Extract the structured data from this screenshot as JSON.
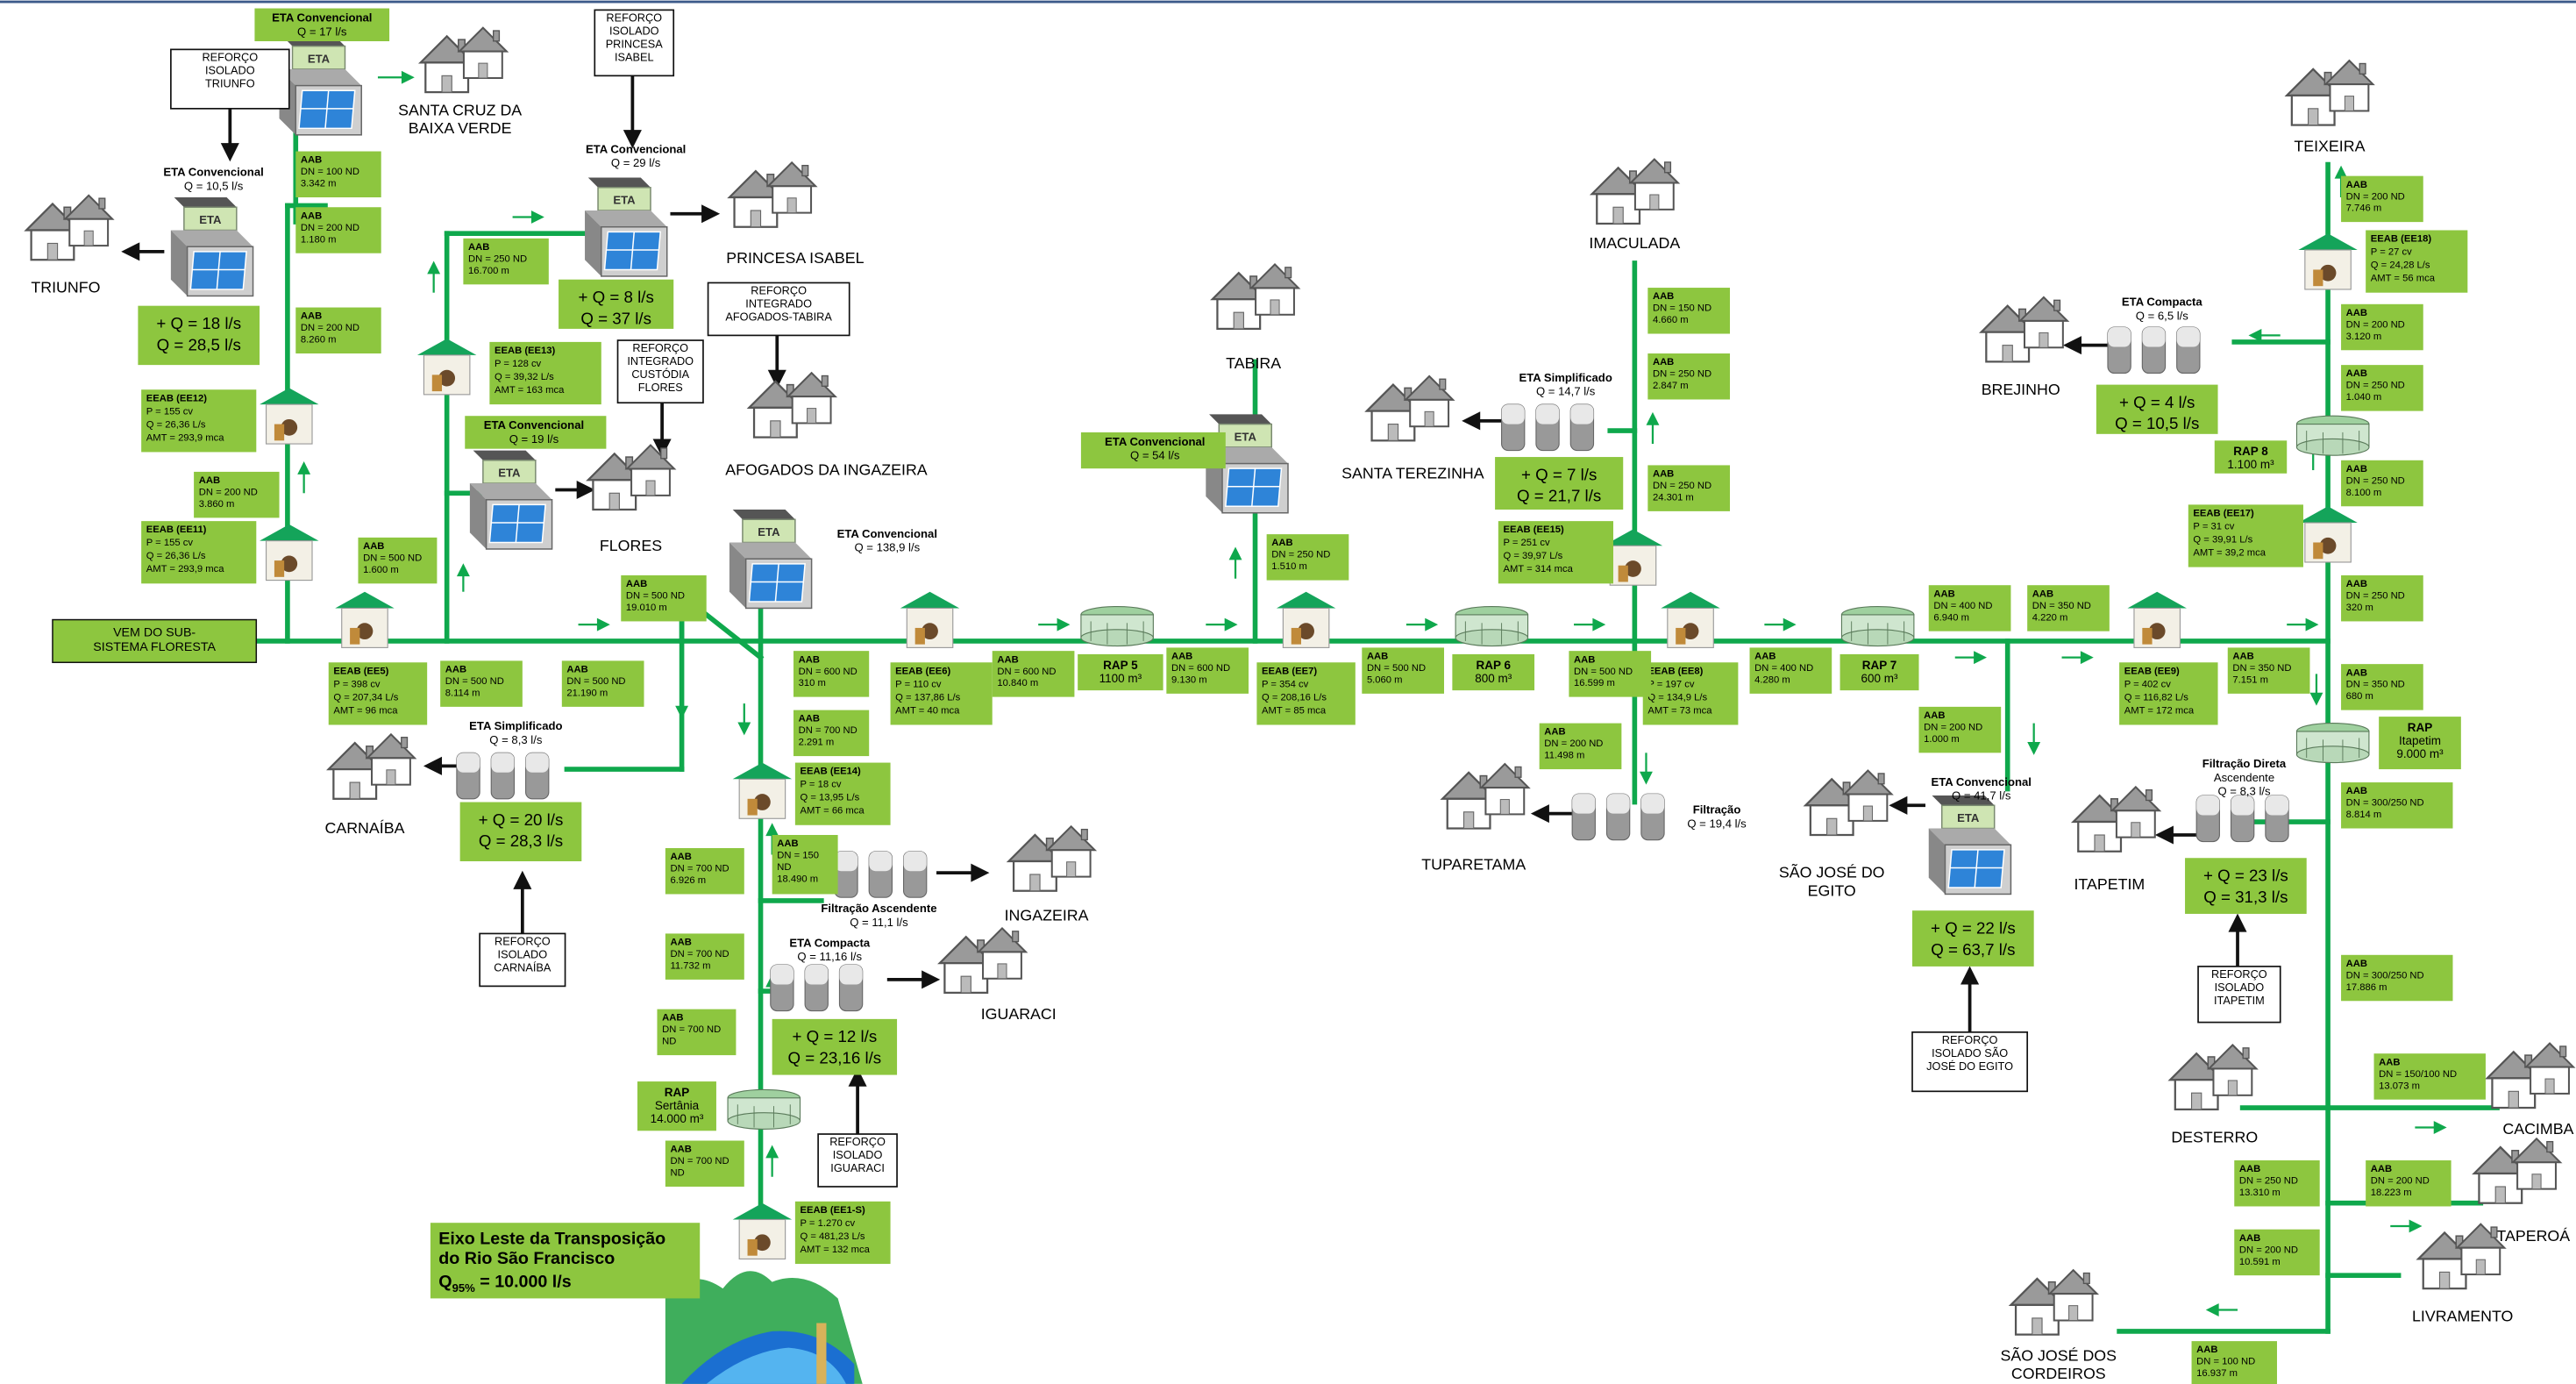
{
  "source": {
    "label": [
      "VEM DO SUB-",
      "SISTEMA FLORESTA"
    ]
  },
  "axis_title": {
    "lines": [
      "Eixo Leste da Transposição",
      "do Rio São Francisco"
    ],
    "flow_prefix": "Q",
    "flow_sub": "95%",
    "flow_value": " = 10.000 l/s"
  },
  "cities": [
    {
      "id": "triunfo",
      "name": [
        "TRIUNFO"
      ]
    },
    {
      "id": "santa-cruz",
      "name": [
        "SANTA CRUZ DA",
        "BAIXA VERDE"
      ]
    },
    {
      "id": "princesa-isabel",
      "name": [
        "PRINCESA ISABEL"
      ]
    },
    {
      "id": "flores",
      "name": [
        "FLORES"
      ]
    },
    {
      "id": "afogados",
      "name": [
        "AFOGADOS DA INGAZEIRA"
      ]
    },
    {
      "id": "tabira",
      "name": [
        "TABIRA"
      ]
    },
    {
      "id": "imaculada",
      "name": [
        "IMACULADA"
      ]
    },
    {
      "id": "santa-terezinha",
      "name": [
        "SANTA TEREZINHA"
      ]
    },
    {
      "id": "tuparetama",
      "name": [
        "TUPARETAMA"
      ]
    },
    {
      "id": "carnaiba",
      "name": [
        "CARNAÍBA"
      ]
    },
    {
      "id": "ingazeira",
      "name": [
        "INGAZEIRA"
      ]
    },
    {
      "id": "iguaraci",
      "name": [
        "IGUARACI"
      ]
    },
    {
      "id": "sao-jose-egito",
      "name": [
        "SÃO JOSÉ DO",
        "EGITO"
      ]
    },
    {
      "id": "itapetim",
      "name": [
        "ITAPETIM"
      ]
    },
    {
      "id": "teixeira",
      "name": [
        "TEIXEIRA"
      ]
    },
    {
      "id": "brejinho",
      "name": [
        "BREJINHO"
      ]
    },
    {
      "id": "desterro",
      "name": [
        "DESTERRO"
      ]
    },
    {
      "id": "cacimbas",
      "name": [
        "CACIMBA"
      ]
    },
    {
      "id": "taperoa",
      "name": [
        "TAPEROÁ"
      ]
    },
    {
      "id": "livramento",
      "name": [
        "LIVRAMENTO"
      ]
    },
    {
      "id": "sao-jose-cordeiros",
      "name": [
        "SÃO JOSÉ DOS",
        "CORDEIROS"
      ]
    }
  ],
  "notes": [
    {
      "id": "reforco-triunfo",
      "lines": [
        "REFORÇO",
        "ISOLADO",
        "TRIUNFO"
      ]
    },
    {
      "id": "reforco-princesa",
      "lines": [
        "REFORÇO",
        "ISOLADO",
        "PRINCESA",
        "ISABEL"
      ]
    },
    {
      "id": "reforco-afogados",
      "lines": [
        "REFORÇO",
        "INTEGRADO",
        "AFOGADOS-TABIRA"
      ]
    },
    {
      "id": "reforco-custodia",
      "lines": [
        "REFORÇO",
        "INTEGRADO",
        "CUSTÓDIA",
        "FLORES"
      ]
    },
    {
      "id": "reforco-carnaiba",
      "lines": [
        "REFORÇO",
        "ISOLADO",
        "CARNAÍBA"
      ]
    },
    {
      "id": "reforco-iguaraci",
      "lines": [
        "REFORÇO",
        "ISOLADO",
        "IGUARACI"
      ]
    },
    {
      "id": "reforco-sje",
      "lines": [
        "REFORÇO",
        "ISOLADO SÃO",
        "JOSÉ DO EGITO"
      ]
    },
    {
      "id": "reforco-itapetim",
      "lines": [
        "REFORÇO",
        "ISOLADO",
        "ITAPETIM"
      ]
    }
  ],
  "treatment_labels": [
    {
      "id": "eta-santa-cruz",
      "lines": [
        "ETA Convencional",
        "Q = 17 l/s"
      ]
    },
    {
      "id": "eta-triunfo",
      "lines": [
        "ETA Convencional",
        "Q = 10,5 l/s"
      ]
    },
    {
      "id": "eta-princesa",
      "lines": [
        "ETA Convencional",
        "Q = 29 l/s"
      ]
    },
    {
      "id": "eta-flores",
      "lines": [
        "ETA Convencional",
        "Q = 19 l/s"
      ]
    },
    {
      "id": "eta-afogados",
      "lines": [
        "ETA Convencional",
        "Q = 138,9 l/s"
      ]
    },
    {
      "id": "eta-tabira",
      "lines": [
        "ETA Convencional",
        "Q = 54 l/s"
      ]
    },
    {
      "id": "eta-sta-terezinha",
      "lines": [
        "ETA Simplificado",
        "Q = 14,7 l/s"
      ]
    },
    {
      "id": "filtracao-tuparetama",
      "lines": [
        "Filtração",
        "Q = 19,4 l/s"
      ]
    },
    {
      "id": "eta-carnaiba",
      "lines": [
        "ETA Simplificado",
        "Q = 8,3 l/s"
      ]
    },
    {
      "id": "filtracao-ingazeira",
      "lines": [
        "Filtração Ascendente",
        "Q = 11,1 l/s"
      ]
    },
    {
      "id": "eta-iguaraci",
      "lines": [
        "ETA Compacta",
        "Q = 11,16 l/s"
      ]
    },
    {
      "id": "eta-sje",
      "lines": [
        "ETA Convencional",
        "Q = 41,7 l/s"
      ]
    },
    {
      "id": "filtracao-itapetim",
      "lines": [
        "Filtração Direta",
        "Ascendente",
        "Q = 8,3 l/s"
      ]
    },
    {
      "id": "eta-brejinho",
      "lines": [
        "ETA Compacta",
        "Q = 6,5 l/s"
      ]
    }
  ],
  "demand_boxes": [
    {
      "id": "dem-triunfo",
      "lines": [
        "+ Q = 18 l/s",
        "Q = 28,5 l/s"
      ]
    },
    {
      "id": "dem-princesa",
      "lines": [
        "+ Q = 8 l/s",
        "Q = 37 l/s"
      ]
    },
    {
      "id": "dem-carnaiba",
      "lines": [
        "+ Q = 20 l/s",
        "Q = 28,3 l/s"
      ]
    },
    {
      "id": "dem-iguaraci",
      "lines": [
        "+ Q = 12 l/s",
        "Q = 23,16 l/s"
      ]
    },
    {
      "id": "dem-sta-terezinha",
      "lines": [
        "+ Q = 7 l/s",
        "Q = 21,7 l/s"
      ]
    },
    {
      "id": "dem-sje",
      "lines": [
        "+ Q = 22 l/s",
        "Q = 63,7 l/s"
      ]
    },
    {
      "id": "dem-itapetim",
      "lines": [
        "+ Q = 23 l/s",
        "Q = 31,3 l/s"
      ]
    },
    {
      "id": "dem-brejinho",
      "lines": [
        "+ Q = 4 l/s",
        "Q = 10,5 l/s"
      ]
    }
  ],
  "reservoirs": [
    {
      "id": "rap5",
      "lines": [
        "RAP 5",
        "1100 m³"
      ]
    },
    {
      "id": "rap6",
      "lines": [
        "RAP 6",
        "800 m³"
      ]
    },
    {
      "id": "rap7",
      "lines": [
        "RAP 7",
        "600 m³"
      ]
    },
    {
      "id": "rap8",
      "lines": [
        "RAP 8",
        "1.100 m³"
      ]
    },
    {
      "id": "rap-itapetim",
      "lines": [
        "RAP",
        "Itapetim",
        "9.000 m³"
      ]
    },
    {
      "id": "rap-sertania",
      "lines": [
        "RAP",
        "Sertânia",
        "14.000 m³"
      ]
    }
  ],
  "pump_stations": [
    {
      "id": "ee11",
      "lines": [
        "EEAB (EE11)",
        "P = 155 cv",
        "Q = 26,36 L/s",
        "AMT = 293,9 mca"
      ]
    },
    {
      "id": "ee12",
      "lines": [
        "EEAB (EE12)",
        "P = 155 cv",
        "Q = 26,36 L/s",
        "AMT = 293,9 mca"
      ]
    },
    {
      "id": "ee13",
      "lines": [
        "EEAB (EE13)",
        "P = 128 cv",
        "Q = 39,32 L/s",
        "AMT = 163 mca"
      ]
    },
    {
      "id": "ee5",
      "lines": [
        "EEAB (EE5)",
        "P = 398 cv",
        "Q = 207,34 L/s",
        "AMT = 96 mca"
      ]
    },
    {
      "id": "ee6",
      "lines": [
        "EEAB (EE6)",
        "P = 110 cv",
        "Q = 137,86 L/s",
        "AMT = 40 mca"
      ]
    },
    {
      "id": "ee7",
      "lines": [
        "EEAB (EE7)",
        "P = 354 cv",
        "Q = 208,16 L/s",
        "AMT = 85 mca"
      ]
    },
    {
      "id": "ee8",
      "lines": [
        "EEAB (EE8)",
        "P = 197 cv",
        "Q = 134,9 L/s",
        "AMT = 73 mca"
      ]
    },
    {
      "id": "ee15",
      "lines": [
        "EEAB (EE15)",
        "P = 251 cv",
        "Q = 39,97 L/s",
        "AMT = 314 mca"
      ]
    },
    {
      "id": "ee9",
      "lines": [
        "EEAB (EE9)",
        "P = 402 cv",
        "Q = 116,82 L/s",
        "AMT = 172 mca"
      ]
    },
    {
      "id": "ee14",
      "lines": [
        "EEAB (EE14)",
        "P = 18 cv",
        "Q = 13,95 L/s",
        "AMT = 66 mca"
      ]
    },
    {
      "id": "ee1s",
      "lines": [
        "EEAB (EE1-S)",
        "P = 1.270 cv",
        "Q = 481,23 L/s",
        "AMT = 132 mca"
      ]
    },
    {
      "id": "ee17",
      "lines": [
        "EEAB (EE17)",
        "P = 31 cv",
        "Q = 39,91 L/s",
        "AMT = 39,2 mca"
      ]
    },
    {
      "id": "ee18",
      "lines": [
        "EEAB (EE18)",
        "P = 27 cv",
        "Q = 24,28 L/s",
        "AMT = 56 mca"
      ]
    }
  ],
  "pipes": [
    {
      "id": "p1",
      "lines": [
        "AAB",
        "DN = 100 ND",
        "3.342 m"
      ]
    },
    {
      "id": "p2",
      "lines": [
        "AAB",
        "DN = 200 ND",
        "1.180 m"
      ]
    },
    {
      "id": "p3",
      "lines": [
        "AAB",
        "DN = 200 ND",
        "8.260 m"
      ]
    },
    {
      "id": "p4",
      "lines": [
        "AAB",
        "DN = 250 ND",
        "16.700 m"
      ]
    },
    {
      "id": "p5",
      "lines": [
        "AAB",
        "DN = 200 ND",
        "3.860 m"
      ]
    },
    {
      "id": "p6",
      "lines": [
        "AAB",
        "DN = 500 ND",
        "1.600 m"
      ]
    },
    {
      "id": "p7",
      "lines": [
        "AAB",
        "DN = 500 ND",
        "19.010 m"
      ]
    },
    {
      "id": "p8",
      "lines": [
        "AAB",
        "DN = 500 ND",
        "8.114 m"
      ]
    },
    {
      "id": "p9",
      "lines": [
        "AAB",
        "DN = 500 ND",
        "21.190 m"
      ]
    },
    {
      "id": "p10",
      "lines": [
        "AAB",
        "DN = 600 ND",
        "310 m"
      ]
    },
    {
      "id": "p11",
      "lines": [
        "AAB",
        "DN = 700 ND",
        "2.291 m"
      ]
    },
    {
      "id": "p12",
      "lines": [
        "AAB",
        "DN = 600 ND",
        "10.840 m"
      ]
    },
    {
      "id": "p13",
      "lines": [
        "AAB",
        "DN = 600 ND",
        "9.130 m"
      ]
    },
    {
      "id": "p14",
      "lines": [
        "AAB",
        "DN = 250 ND",
        "1.510 m"
      ]
    },
    {
      "id": "p15",
      "lines": [
        "AAB",
        "DN = 500 ND",
        "5.060 m"
      ]
    },
    {
      "id": "p16",
      "lines": [
        "AAB",
        "DN = 500 ND",
        "16.599 m"
      ]
    },
    {
      "id": "p17",
      "lines": [
        "AAB",
        "DN = 200 ND",
        "11.498 m"
      ]
    },
    {
      "id": "p18",
      "lines": [
        "AAB",
        "DN = 150 ND",
        "4.660 m"
      ]
    },
    {
      "id": "p19",
      "lines": [
        "AAB",
        "DN = 250 ND",
        "2.847 m"
      ]
    },
    {
      "id": "p20",
      "lines": [
        "AAB",
        "DN = 250 ND",
        "24.301 m"
      ]
    },
    {
      "id": "p21",
      "lines": [
        "AAB",
        "DN = 400 ND",
        "4.280 m"
      ]
    },
    {
      "id": "p22",
      "lines": [
        "AAB",
        "DN = 400 ND",
        "6.940 m"
      ]
    },
    {
      "id": "p23",
      "lines": [
        "AAB",
        "DN = 350 ND",
        "4.220 m"
      ]
    },
    {
      "id": "p24",
      "lines": [
        "AAB",
        "DN = 200 ND",
        "1.000 m"
      ]
    },
    {
      "id": "p25",
      "lines": [
        "AAB",
        "DN = 350 ND",
        "7.151 m"
      ]
    },
    {
      "id": "p26",
      "lines": [
        "AAB",
        "DN = 700 ND",
        "6.926 m"
      ]
    },
    {
      "id": "p27",
      "lines": [
        "AAB",
        "DN = 150",
        "ND",
        "18.490 m"
      ]
    },
    {
      "id": "p28",
      "lines": [
        "AAB",
        "DN = 700 ND",
        "11.732 m"
      ]
    },
    {
      "id": "p29",
      "lines": [
        "AAB",
        "DN = 700 ND",
        "ND"
      ]
    },
    {
      "id": "p30",
      "lines": [
        "AAB",
        "DN = 700 ND",
        "ND"
      ]
    },
    {
      "id": "p31",
      "lines": [
        "AAB",
        "DN = 200 ND",
        "7.746 m"
      ]
    },
    {
      "id": "p32",
      "lines": [
        "AAB",
        "DN = 200 ND",
        "3.120 m"
      ]
    },
    {
      "id": "p33",
      "lines": [
        "AAB",
        "DN = 250 ND",
        "1.040 m"
      ]
    },
    {
      "id": "p34",
      "lines": [
        "AAB",
        "DN = 250 ND",
        "8.100 m"
      ]
    },
    {
      "id": "p35",
      "lines": [
        "AAB",
        "DN = 250 ND",
        "320 m"
      ]
    },
    {
      "id": "p36",
      "lines": [
        "AAB",
        "DN = 350 ND",
        "680 m"
      ]
    },
    {
      "id": "p37",
      "lines": [
        "AAB",
        "DN = 300/250 ND",
        "8.814 m"
      ]
    },
    {
      "id": "p38",
      "lines": [
        "AAB",
        "DN = 300/250 ND",
        "17.886 m"
      ]
    },
    {
      "id": "p39",
      "lines": [
        "AAB",
        "DN = 150/100 ND",
        "13.073 m"
      ]
    },
    {
      "id": "p40",
      "lines": [
        "AAB",
        "DN = 250 ND",
        "13.310 m"
      ]
    },
    {
      "id": "p41",
      "lines": [
        "AAB",
        "DN = 200 ND",
        "18.223 m"
      ]
    },
    {
      "id": "p42",
      "lines": [
        "AAB",
        "DN = 200 ND",
        "10.591 m"
      ]
    },
    {
      "id": "p43",
      "lines": [
        "AAB",
        "DN = 100 ND",
        "16.937 m"
      ]
    }
  ]
}
